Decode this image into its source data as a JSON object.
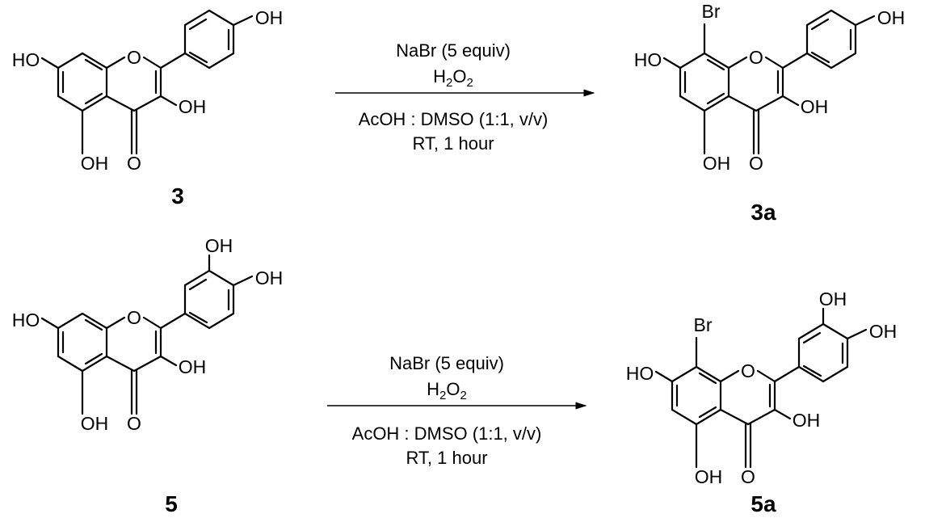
{
  "reactions": [
    {
      "reactant": {
        "id": "3",
        "atoms": {
          "ring_o": "O",
          "oh_7": "HO",
          "oh_5": "OH",
          "carbonyl_o": "O",
          "oh_3": "OH",
          "oh_4p": "OH"
        }
      },
      "conditions": {
        "line1": "NaBr (5 equiv)",
        "line2_base": "H",
        "line2_sub1": "2",
        "line2_mid": "O",
        "line2_sub2": "2",
        "line3": "AcOH : DMSO (1:1, v/v)",
        "line4": "RT, 1 hour"
      },
      "product": {
        "id": "3a",
        "atoms": {
          "br": "Br",
          "ring_o": "O",
          "oh_7": "HO",
          "oh_5": "OH",
          "carbonyl_o": "O",
          "oh_3": "OH",
          "oh_4p": "OH"
        }
      }
    },
    {
      "reactant": {
        "id": "5",
        "atoms": {
          "ring_o": "O",
          "oh_7": "HO",
          "oh_5": "OH",
          "carbonyl_o": "O",
          "oh_3": "OH",
          "oh_3p": "OH",
          "oh_4p": "OH"
        }
      },
      "conditions": {
        "line1": "NaBr (5 equiv)",
        "line2_base": "H",
        "line2_sub1": "2",
        "line2_mid": "O",
        "line2_sub2": "2",
        "line3": "AcOH : DMSO (1:1, v/v)",
        "line4": "RT, 1 hour"
      },
      "product": {
        "id": "5a",
        "atoms": {
          "br": "Br",
          "ring_o": "O",
          "oh_7": "HO",
          "oh_5": "OH",
          "carbonyl_o": "O",
          "oh_3": "OH",
          "oh_3p": "OH",
          "oh_4p": "OH"
        }
      }
    }
  ]
}
